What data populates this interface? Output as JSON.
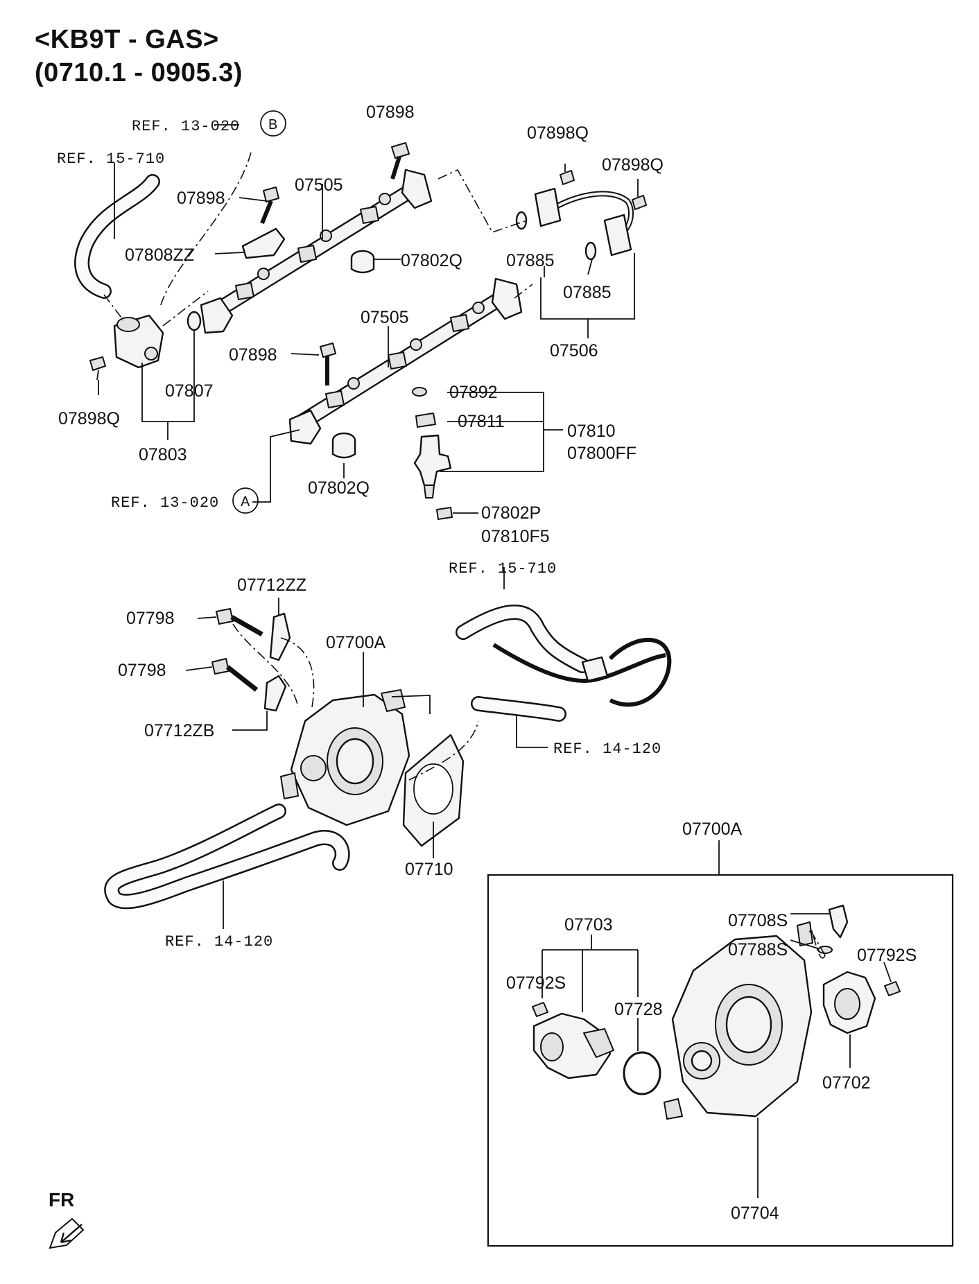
{
  "header": {
    "title_line1": "<KB9T - GAS>",
    "title_line2": "(0710.1 - 0905.3)"
  },
  "labels": {
    "p07898_top": "07898",
    "p07898q_a": "07898Q",
    "p07898q_b": "07898Q",
    "p07898_mid": "07898",
    "p07505_a": "07505",
    "p07808zz": "07808ZZ",
    "p07802q_a": "07802Q",
    "p07885_a": "07885",
    "p07885_b": "07885",
    "p07506": "07506",
    "p07505_b": "07505",
    "p07898_low": "07898",
    "p07807": "07807",
    "p07898q_left": "07898Q",
    "p07803": "07803",
    "p07892": "07892",
    "p07811": "07811",
    "p07810": "07810",
    "p07800ff": "07800FF",
    "p07802q_b": "07802Q",
    "p07802p": "07802P",
    "p07810f5": "07810F5",
    "p07712zz": "07712ZZ",
    "p07798_a": "07798",
    "p07798_b": "07798",
    "p07700a": "07700A",
    "p07712zb": "07712ZB",
    "p07710": "07710",
    "p07700a_box": "07700A",
    "p07703": "07703",
    "p07792s_a": "07792S",
    "p07728": "07728",
    "p07708s": "07708S",
    "p07788s": "07788S",
    "p07792s_b": "07792S",
    "p07702": "07702",
    "p07704": "07704"
  },
  "refs": {
    "ref_13_020_b": "REF. 13-020",
    "ref_15_710_a": "REF. 15-710",
    "ref_13_020_a": "REF. 13-020",
    "ref_15_710_b": "REF. 15-710",
    "ref_14_120_a": "REF. 14-120",
    "ref_14_120_b": "REF. 14-120"
  },
  "callouts": {
    "circle_b": "B",
    "circle_a": "A"
  },
  "orientation": {
    "fr": "FR"
  }
}
